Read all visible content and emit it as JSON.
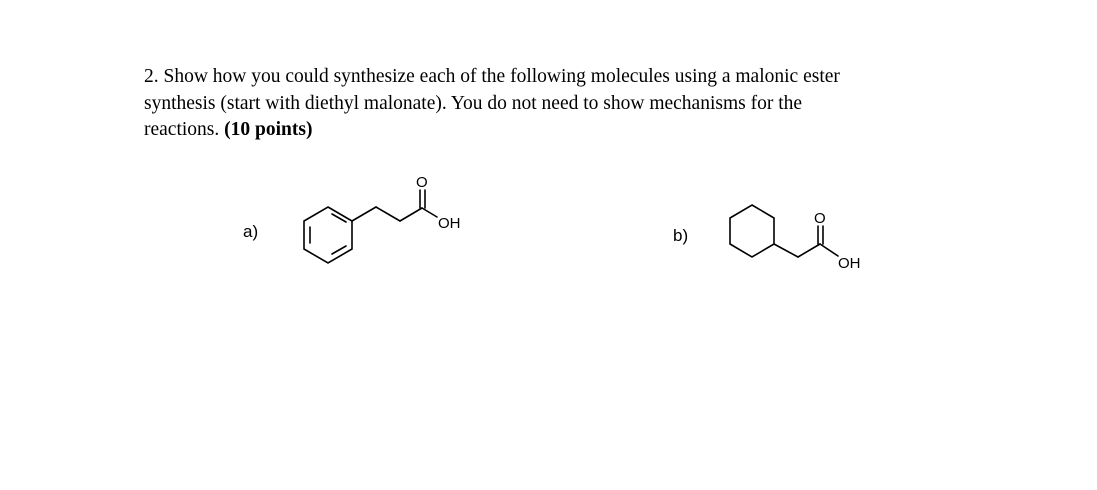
{
  "question": {
    "line1": "2. Show how you could synthesize each of the following molecules using a malonic ester",
    "line2": "synthesis (start with diethyl malonate). You do not need to show mechanisms for the",
    "line3_text": "reactions. ",
    "line3_points": "(10 points)"
  },
  "molecules": {
    "a": {
      "label": "a)",
      "carbonyl_O": "O",
      "hydroxyl": "OH"
    },
    "b": {
      "label": "b)",
      "carbonyl_O": "O",
      "hydroxyl": "OH"
    }
  }
}
